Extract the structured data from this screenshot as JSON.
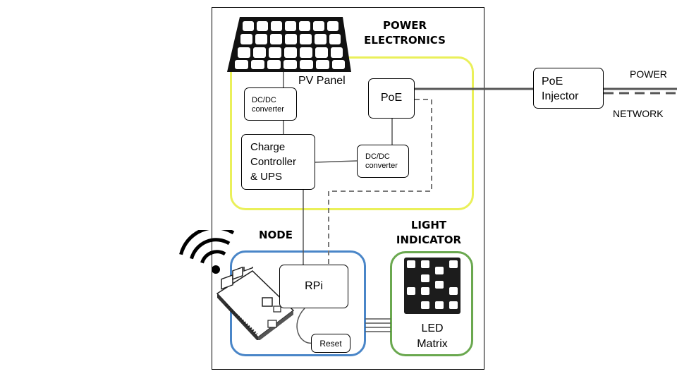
{
  "titles": {
    "power_electronics": "POWER\nELECTRONICS",
    "node": "NODE",
    "light_indicator": "LIGHT\nINDICATOR"
  },
  "components": {
    "pv_panel": "PV Panel",
    "dcdc_top": "DC/DC\nconverter",
    "poe": "PoE",
    "charge_controller": "Charge\nController\n& UPS",
    "dcdc_bottom": "DC/DC\nconverter",
    "poe_injector": "PoE\nInjector",
    "rpi": "RPi",
    "reset": "Reset",
    "led_matrix": "LED\nMatrix"
  },
  "legend": {
    "power": "POWER",
    "network": "NETWORK"
  },
  "colors": {
    "power_electronics_border": "#eaf05a",
    "node_border": "#4a86c8",
    "light_indicator_border": "#6aa84f",
    "matrix_bg": "#1c1c1c",
    "matrix_pixel": "#ffffff"
  },
  "icons": [
    "solar-panel-icon",
    "wifi-icon",
    "raspberry-pi-board-icon",
    "led-matrix-icon"
  ]
}
